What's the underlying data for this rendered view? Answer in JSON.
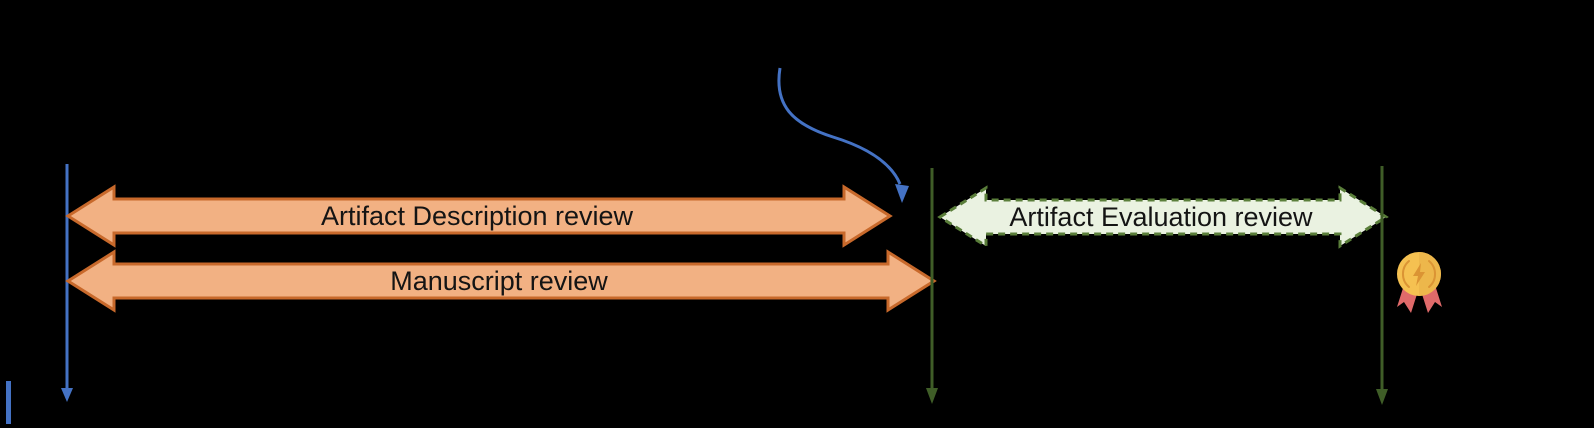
{
  "diagram": {
    "type": "review-process-timeline",
    "background": "#000000",
    "review_arrows": [
      {
        "label": "Artifact Description review",
        "fill": "#F2B183",
        "stroke": "#C8692B",
        "border_style": "solid"
      },
      {
        "label": "Manuscript review",
        "fill": "#F2B183",
        "stroke": "#C8692B",
        "border_style": "solid"
      },
      {
        "label": "Artifact Evaluation review",
        "fill": "#EAF2E1",
        "stroke": "#5A7E3A",
        "border_style": "dashed"
      }
    ],
    "milestone_lines": {
      "blue": "#4472C4",
      "green": "#3F5D27"
    },
    "connector": {
      "name": "curved-arrow",
      "color": "#4472C4"
    },
    "medal": {
      "name": "medal-icon",
      "coin": "#F5C151",
      "coin_shade": "#EDB74B",
      "detail": "#DB9434",
      "ribbon": "#E06A6A"
    }
  }
}
